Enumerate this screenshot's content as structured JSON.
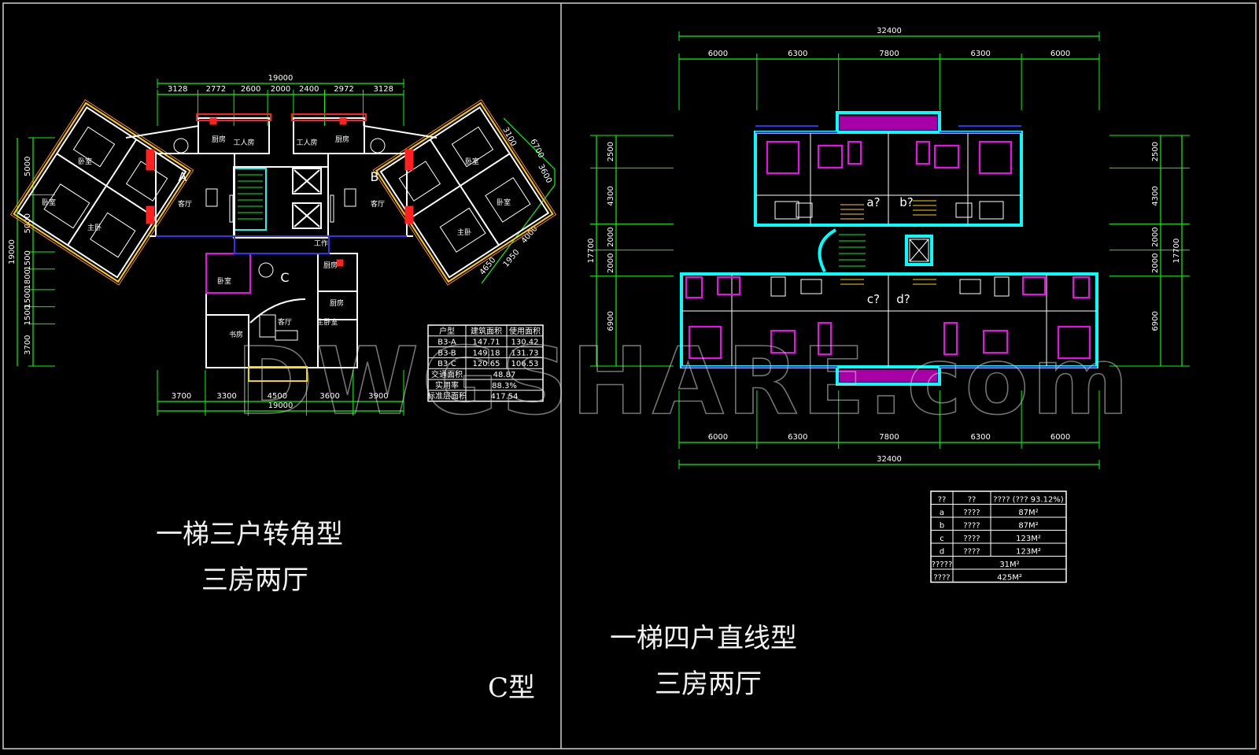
{
  "left_plan": {
    "title_line1": "一梯三户转角型",
    "title_line2": "三房两厅",
    "type_label": "C型",
    "top_total": "19000",
    "top_segments": [
      "3128",
      "2772",
      "2600",
      "2000",
      "2400",
      "2972",
      "3128"
    ],
    "bottom_segments": [
      "3700",
      "3300",
      "4500",
      "3600",
      "3900"
    ],
    "bottom_total": "19000",
    "left_dims": [
      "5000",
      "5000",
      "1500",
      "1800",
      "1500",
      "1500",
      "3700"
    ],
    "left_total": "19000",
    "right_dims": [
      "3100",
      "6700",
      "3600",
      "4000",
      "4650",
      "1950"
    ],
    "unit_labels": [
      "A",
      "B",
      "C"
    ],
    "rooms": [
      "卧室",
      "卧室",
      "主卧",
      "客厅",
      "厨房",
      "工人房",
      "工人房",
      "厨房",
      "卧室",
      "卧室",
      "主卧",
      "客厅",
      "工作",
      "厨房",
      "卧室",
      "客厅",
      "主卧室",
      "厨房",
      "书房"
    ],
    "table": {
      "headers": [
        "户型",
        "建筑面积",
        "使用面积"
      ],
      "rows": [
        [
          "B3-A",
          "147.71",
          "130.42"
        ],
        [
          "B3-B",
          "149.18",
          "131.73"
        ],
        [
          "B3-C",
          "120.65",
          "106.53"
        ]
      ],
      "summary": [
        [
          "交通面积",
          "48.87"
        ],
        [
          "实用率",
          "88.3%"
        ],
        [
          "标准层面积",
          "417.54"
        ]
      ]
    }
  },
  "right_plan": {
    "title_line1": "一梯四户直线型",
    "title_line2": "三房两厅",
    "top_total": "32400",
    "top_segments": [
      "6000",
      "6300",
      "7800",
      "6300",
      "6000"
    ],
    "bottom_segments": [
      "6000",
      "6300",
      "7800",
      "6300",
      "6000"
    ],
    "bottom_total": "32400",
    "left_dims": [
      "2500",
      "4300",
      "2000",
      "2000",
      "6900"
    ],
    "left_total": "17700",
    "right_dims": [
      "2500",
      "4300",
      "2000",
      "2000",
      "6900"
    ],
    "right_total": "17700",
    "unit_labels": [
      "a?",
      "b?",
      "c?",
      "d?"
    ],
    "table": {
      "headers": [
        "??",
        "??",
        "???? (??? 93.12%)"
      ],
      "rows": [
        [
          "a",
          "????",
          "87M²"
        ],
        [
          "b",
          "????",
          "87M²"
        ],
        [
          "c",
          "????",
          "123M²"
        ],
        [
          "d",
          "????",
          "123M²"
        ]
      ],
      "summary": [
        [
          "?????",
          "31M²"
        ],
        [
          "????",
          "425M²"
        ]
      ]
    }
  },
  "watermark": "DWGSHARE.com",
  "colors": {
    "background": "#000000",
    "dimension": "#00ff00",
    "wall_cyan": "#00ffff",
    "furniture_magenta": "#ff00ff",
    "wall_white": "#ffffff",
    "accent_red": "#ff2020",
    "accent_yellow": "#ffd000",
    "accent_blue": "#3030ff"
  }
}
